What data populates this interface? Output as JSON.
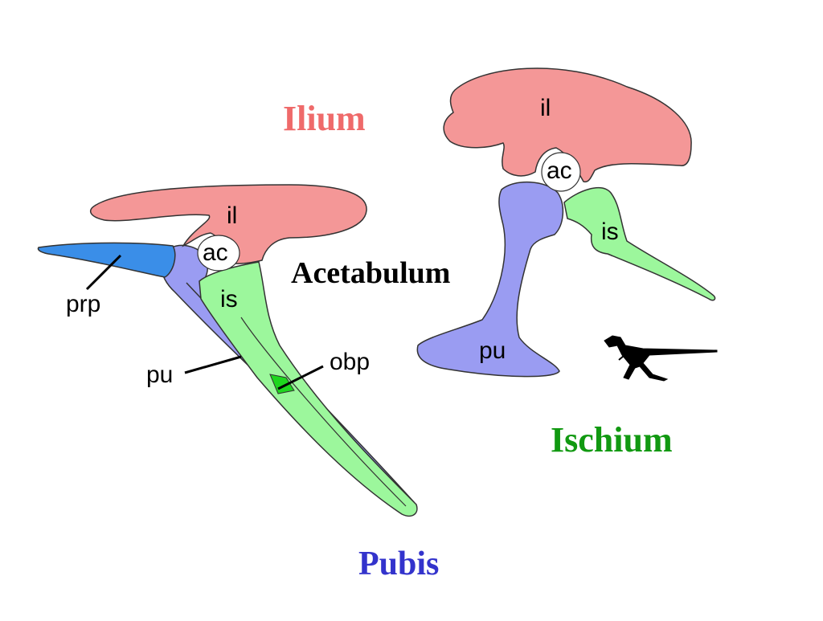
{
  "titles": {
    "ilium": "Ilium",
    "acetabulum": "Acetabulum",
    "ischium": "Ischium",
    "pubis": "Pubis"
  },
  "left_labels": {
    "il": "il",
    "ac": "ac",
    "is": "is",
    "prp": "prp",
    "pu": "pu",
    "obp": "obp"
  },
  "right_labels": {
    "il": "il",
    "ac": "ac",
    "is": "is",
    "pu": "pu"
  },
  "colors": {
    "ilium": "#f49797",
    "ischium": "#9cf79c",
    "pubis": "#9a9cf2",
    "prepubis": "#3a8ee8",
    "obturator": "#1ed61e",
    "ilium_text": "#ef6a6a",
    "ischium_text": "#119911",
    "pubis_text": "#3333cc",
    "outline": "#333333"
  },
  "icons": {
    "silhouette": "dinosaur-silhouette-icon"
  }
}
